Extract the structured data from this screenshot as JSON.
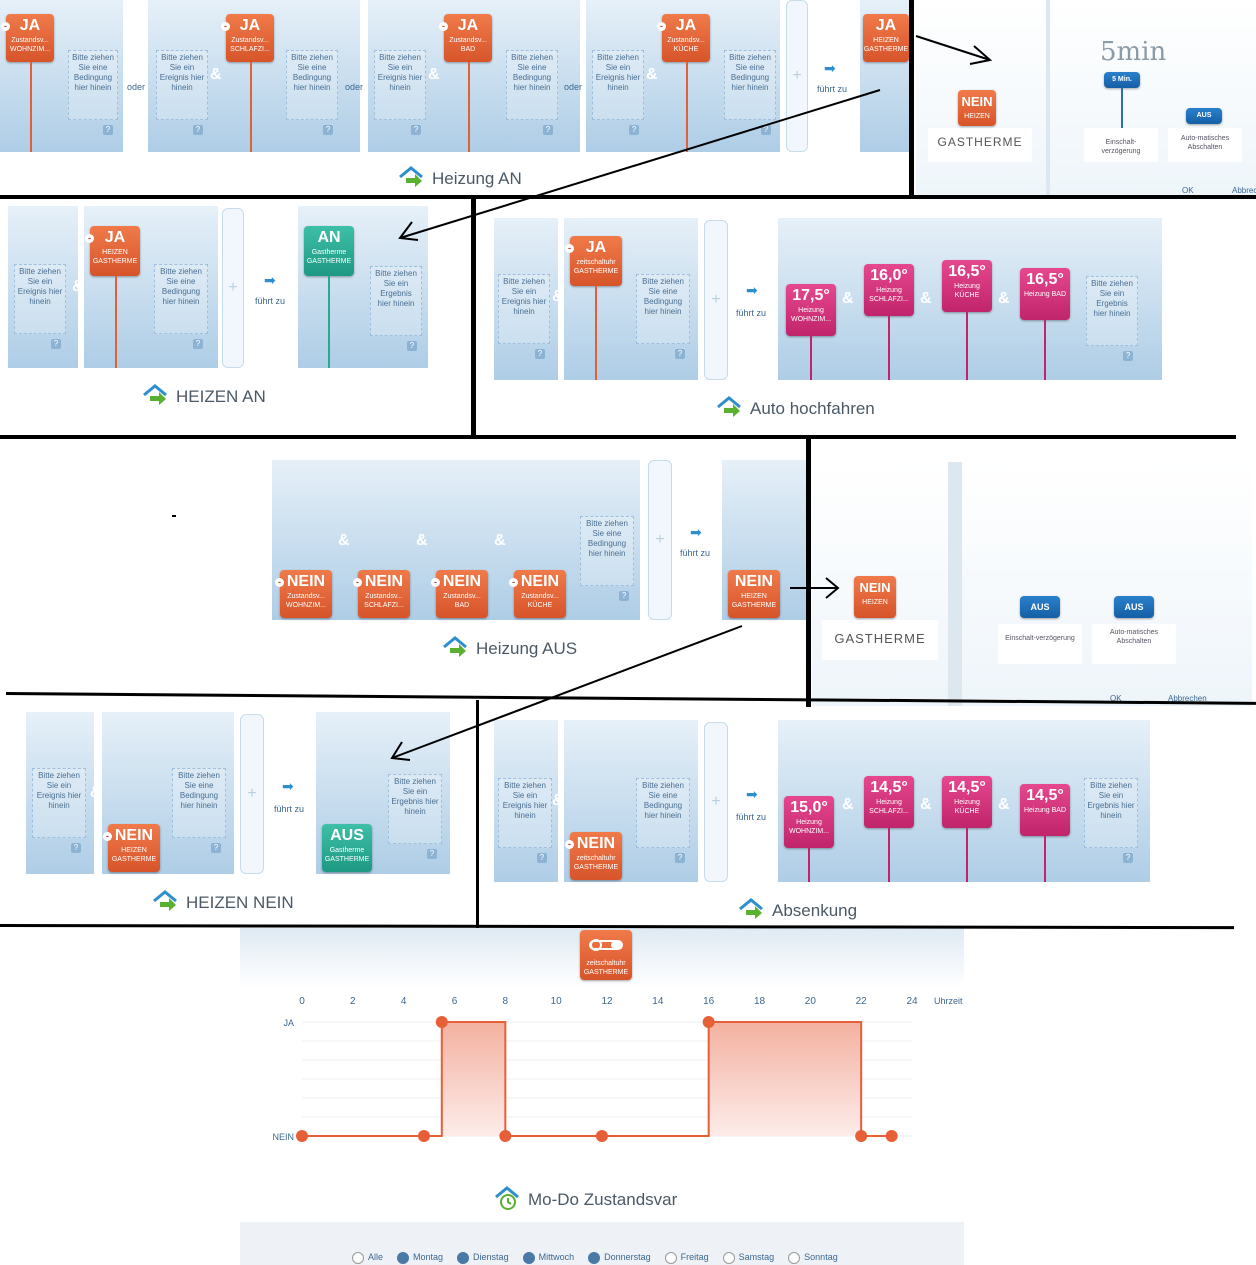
{
  "colors": {
    "accent": "#2e8fd0",
    "ja_tile": "#d7542a",
    "an_tile": "#1e9983",
    "temp_tile": "#c0246b",
    "aus_tile": "#155fa5"
  },
  "common": {
    "drop_event": "Bitte ziehen Sie ein Ereignis hier hinein",
    "drop_cond": "Bitte ziehen Sie eine Bedingung hier hinein",
    "drop_result": "Bitte ziehen Sie ein Ergebnis hier hinein",
    "leads_to": "führt zu",
    "or": "oder",
    "and": "&",
    "help": "?"
  },
  "p1": {
    "title": "Heizung AN",
    "tiles": [
      {
        "value": "JA",
        "label": "Zustandsv... WOHNZIM..."
      },
      {
        "value": "JA",
        "label": "Zustandsv... SCHLAFZI..."
      },
      {
        "value": "JA",
        "label": "Zustandsv... BAD"
      },
      {
        "value": "JA",
        "label": "Zustandsv... KÜCHE"
      },
      {
        "value": "JA",
        "label": "HEIZEN GASTHERME"
      }
    ]
  },
  "dialog1": {
    "handwritten": "5min",
    "tile_value": "NEIN",
    "tile_label": "HEIZEN",
    "device": "GASTHERME",
    "delay_btn": "5 Min.",
    "delay_label": "Einschalt-verzögerung",
    "auto_btn": "AUS",
    "auto_label": "Auto-matisches Abschalten",
    "ok": "OK",
    "cancel": "Abbrechen"
  },
  "p2": {
    "title": "HEIZEN AN",
    "cond": {
      "value": "JA",
      "label": "HEIZEN GASTHERME"
    },
    "result": {
      "value": "AN",
      "label": "Gastherme GASTHERME"
    }
  },
  "p3": {
    "title": "Auto hochfahren",
    "cond": {
      "value": "JA",
      "label": "zeitschaltuhr GASTHERME"
    },
    "temps": [
      {
        "value": "17,5°",
        "label": "Heizung WOHNZIM..."
      },
      {
        "value": "16,0°",
        "label": "Heizung SCHLAFZI..."
      },
      {
        "value": "16,5°",
        "label": "Heizung KÜCHE"
      },
      {
        "value": "16,5°",
        "label": "Heizung BAD"
      }
    ]
  },
  "p4": {
    "title": "Heizung AUS",
    "tiles": [
      {
        "value": "NEIN",
        "label": "Zustandsv... WOHNZIM..."
      },
      {
        "value": "NEIN",
        "label": "Zustandsv... SCHLAFZI..."
      },
      {
        "value": "NEIN",
        "label": "Zustandsv... BAD"
      },
      {
        "value": "NEIN",
        "label": "Zustandsv... KÜCHE"
      }
    ],
    "result": {
      "value": "NEIN",
      "label": "HEIZEN GASTHERME"
    }
  },
  "dialog2": {
    "tile_value": "NEIN",
    "tile_label": "HEIZEN",
    "device": "GASTHERME",
    "delay_btn": "AUS",
    "delay_label": "Einschalt-verzögerung",
    "auto_btn": "AUS",
    "auto_label": "Auto-matisches Abschalten",
    "ok": "OK",
    "cancel": "Abbrechen"
  },
  "p5": {
    "title": "HEIZEN NEIN",
    "cond": {
      "value": "NEIN",
      "label": "HEIZEN GASTHERME"
    },
    "result": {
      "value": "AUS",
      "label": "Gastherme GASTHERME"
    }
  },
  "p6": {
    "title": "Absenkung",
    "cond": {
      "value": "NEIN",
      "label": "zeitschaltuhr GASTHERME"
    },
    "temps": [
      {
        "value": "15,0°",
        "label": "Heizung WOHNZIM..."
      },
      {
        "value": "14,5°",
        "label": "Heizung SCHLAFZI..."
      },
      {
        "value": "14,5°",
        "label": "Heizung KÜCHE"
      },
      {
        "value": "14,5°",
        "label": "Heizung BAD"
      }
    ]
  },
  "p7": {
    "title": "Mo-Do Zustandsvar",
    "tile_label": "zeitschaltuhr GASTHERME",
    "x_unit": "Uhrzeit",
    "days": [
      {
        "label": "Alle",
        "checked": false
      },
      {
        "label": "Montag",
        "checked": true
      },
      {
        "label": "Dienstag",
        "checked": true
      },
      {
        "label": "Mittwoch",
        "checked": true
      },
      {
        "label": "Donnerstag",
        "checked": true
      },
      {
        "label": "Freitag",
        "checked": false
      },
      {
        "label": "Samstag",
        "checked": false
      },
      {
        "label": "Sonntag",
        "checked": false
      }
    ]
  },
  "chart_data": {
    "type": "line",
    "xlabel": "Uhrzeit",
    "xlim": [
      0,
      24
    ],
    "xticks": [
      0,
      2,
      4,
      6,
      8,
      10,
      12,
      14,
      16,
      18,
      20,
      22,
      24
    ],
    "ylevels": [
      "NEIN",
      "JA"
    ],
    "series": [
      {
        "values": [
          [
            0,
            "NEIN"
          ],
          [
            4.8,
            "NEIN"
          ],
          [
            5.5,
            "JA"
          ],
          [
            8,
            "NEIN"
          ],
          [
            11.8,
            "NEIN"
          ],
          [
            16,
            "JA"
          ],
          [
            22,
            "NEIN"
          ],
          [
            23.2,
            "NEIN"
          ]
        ]
      }
    ]
  }
}
